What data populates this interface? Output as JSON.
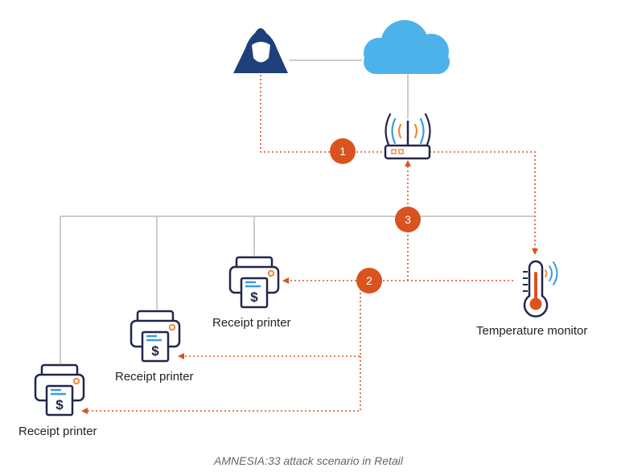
{
  "colors": {
    "accent_orange": "#d9531e",
    "line_gray": "#bbbbbb",
    "icon_dark": "#22264a",
    "hacker_navy": "#1e3f7a",
    "cloud_blue": "#4eb2ea",
    "paper_blue": "#3a9be0",
    "wifi_orange": "#f08a3c",
    "wifi_blue": "#3a9be0"
  },
  "steps": [
    "1",
    "2",
    "3"
  ],
  "labels": {
    "printer_label": "Receipt printer",
    "temperature_monitor": "Temperature monitor",
    "printer_symbol": "$"
  },
  "icons": {
    "attacker": "hooded-hacker-icon",
    "cloud": "cloud-icon",
    "router": "wifi-router-icon",
    "printer": "receipt-printer-icon",
    "thermometer": "thermometer-icon"
  },
  "caption": "AMNESIA:33 attack scenario in Retail"
}
